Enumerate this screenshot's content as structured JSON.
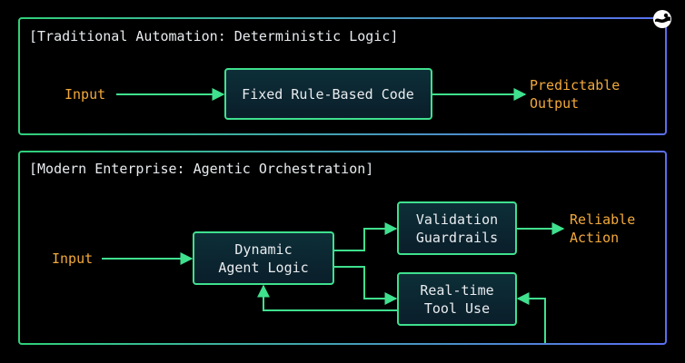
{
  "colors": {
    "background": "#000000",
    "accent_green": "#3fe08e",
    "frame_gradient_start": "#2fd07a",
    "frame_gradient_end": "#5a6ff0",
    "io_orange": "#f2a93b",
    "node_fill_top": "#0d2f38",
    "node_fill_bottom": "#0a1e2a",
    "text_light": "#e8ecef"
  },
  "top_panel": {
    "title": "[Traditional Automation: Deterministic Logic]",
    "input_label": "Input",
    "node_label": "Fixed Rule-Based Code",
    "output_line1": "Predictable",
    "output_line2": "Output"
  },
  "bottom_panel": {
    "title": "[Modern Enterprise: Agentic Orchestration]",
    "input_label": "Input",
    "agent_line1": "Dynamic",
    "agent_line2": "Agent Logic",
    "validation_line1": "Validation",
    "validation_line2": "Guardrails",
    "tool_line1": "Real-time",
    "tool_line2": "Tool Use",
    "output_line1": "Reliable",
    "output_line2": "Action"
  },
  "icons": {
    "logo": "brand-logo-icon"
  }
}
